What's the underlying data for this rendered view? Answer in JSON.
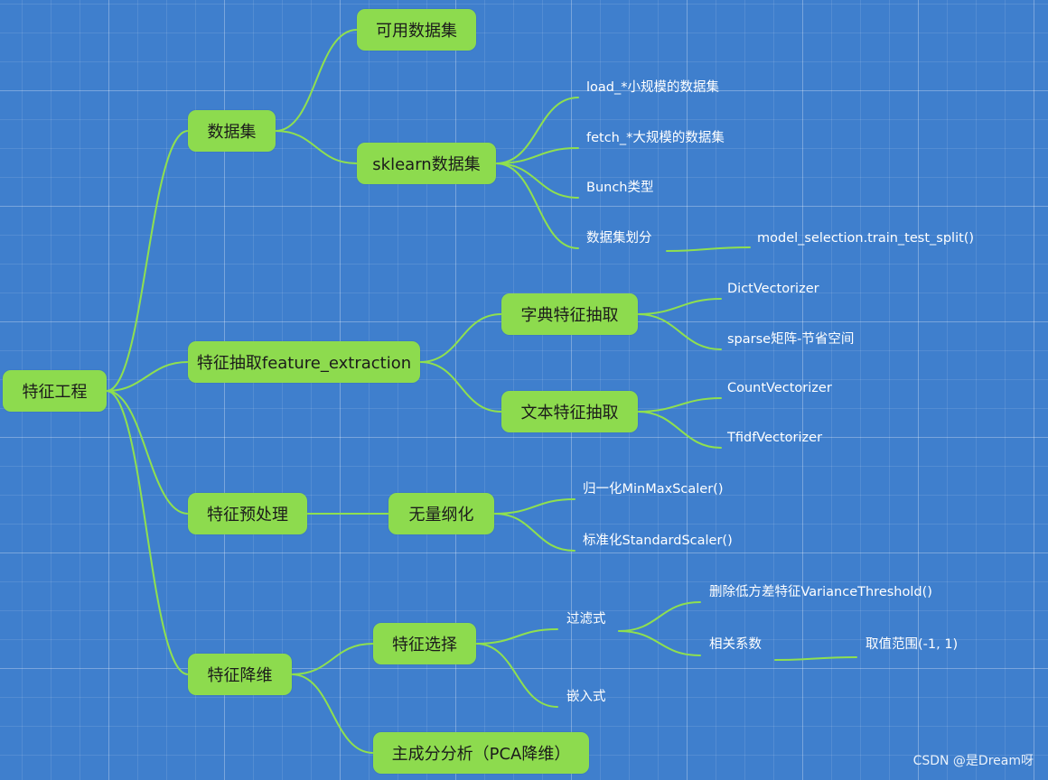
{
  "root": {
    "label": "特征工程"
  },
  "branches": {
    "dataset": {
      "label": "数据集",
      "available": {
        "label": "可用数据集"
      },
      "sklearn": {
        "label": "sklearn数据集",
        "load": "load_*小规模的数据集",
        "fetch": "fetch_*大规模的数据集",
        "bunch": "Bunch类型",
        "split": {
          "label": "数据集划分",
          "function": "model_selection.train_test_split()"
        }
      }
    },
    "extraction": {
      "label": "特征抽取feature_extraction",
      "dict": {
        "label": "字典特征抽取",
        "vectorizer": "DictVectorizer",
        "sparse": "sparse矩阵-节省空间"
      },
      "text": {
        "label": "文本特征抽取",
        "count": "CountVectorizer",
        "tfidf": "TfidfVectorizer"
      }
    },
    "preprocessing": {
      "label": "特征预处理",
      "dimensionless": {
        "label": "无量纲化",
        "normalization": "归一化MinMaxScaler()",
        "standardization": "标准化StandardScaler()"
      }
    },
    "reduction": {
      "label": "特征降维",
      "selection": {
        "label": "特征选择",
        "filter": {
          "label": "过滤式",
          "variance": "删除低方差特征VarianceThreshold()",
          "correlation": {
            "label": "相关系数",
            "range": "取值范围(-1, 1)"
          }
        },
        "embedded": "嵌入式"
      },
      "pca": {
        "label": "主成分分析（PCA降维）"
      }
    }
  },
  "watermark": "CSDN @是Dream呀",
  "colors": {
    "background": "#3f7fcd",
    "node": "#8ddb4e",
    "connector": "#8fe04f",
    "leaf_text": "#ffffff"
  }
}
